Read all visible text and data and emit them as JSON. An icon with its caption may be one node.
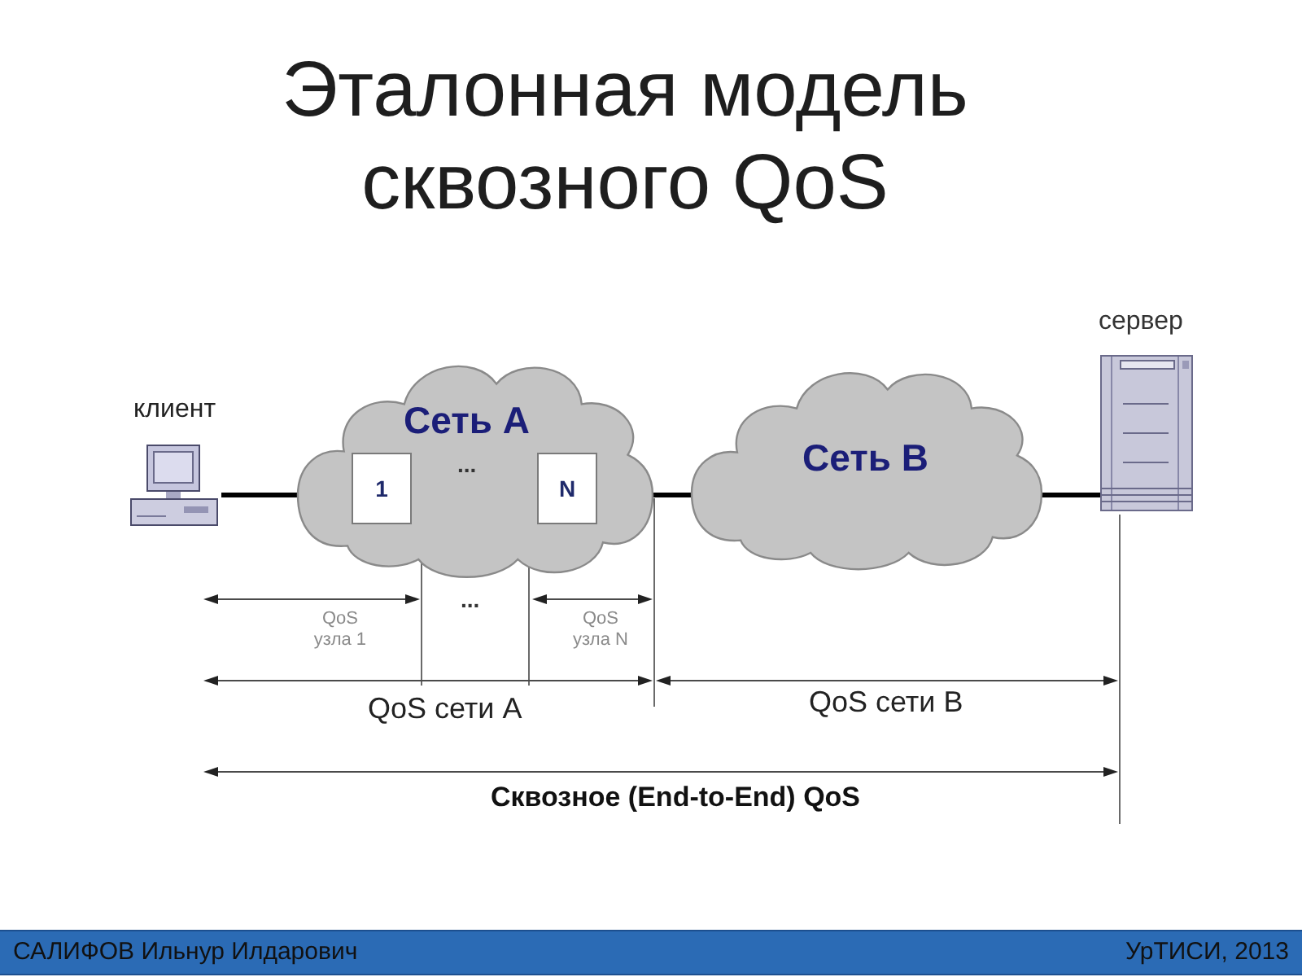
{
  "diagram": {
    "title": "Эталонная модель сквозного QoS",
    "nodes": [
      {
        "text": [
          "клиент"
        ]
      },
      {
        "text": [
          "Сеть A",
          "..."
        ]
      },
      {
        "text": [
          "1"
        ],
        "in": 1
      },
      {
        "text": [
          "N"
        ],
        "in": 1
      },
      {
        "text": [
          "Сеть B"
        ]
      },
      {
        "text": [
          "сервер"
        ]
      }
    ],
    "edges": [
      {
        "from": 0,
        "to": 1,
        "arrow": "none"
      },
      {
        "from": 1,
        "to": 4,
        "arrow": "none"
      },
      {
        "from": 4,
        "to": 5,
        "arrow": "none"
      }
    ],
    "labels": [
      "...",
      "QoS узла 1",
      "QoS узла N",
      "QoS сети A",
      "QoS сети B",
      "Сквозное (End-to-End) QoS",
      "САЛИФОВ Ильнур Илдарович",
      "УрТИСИ, 2013"
    ]
  }
}
